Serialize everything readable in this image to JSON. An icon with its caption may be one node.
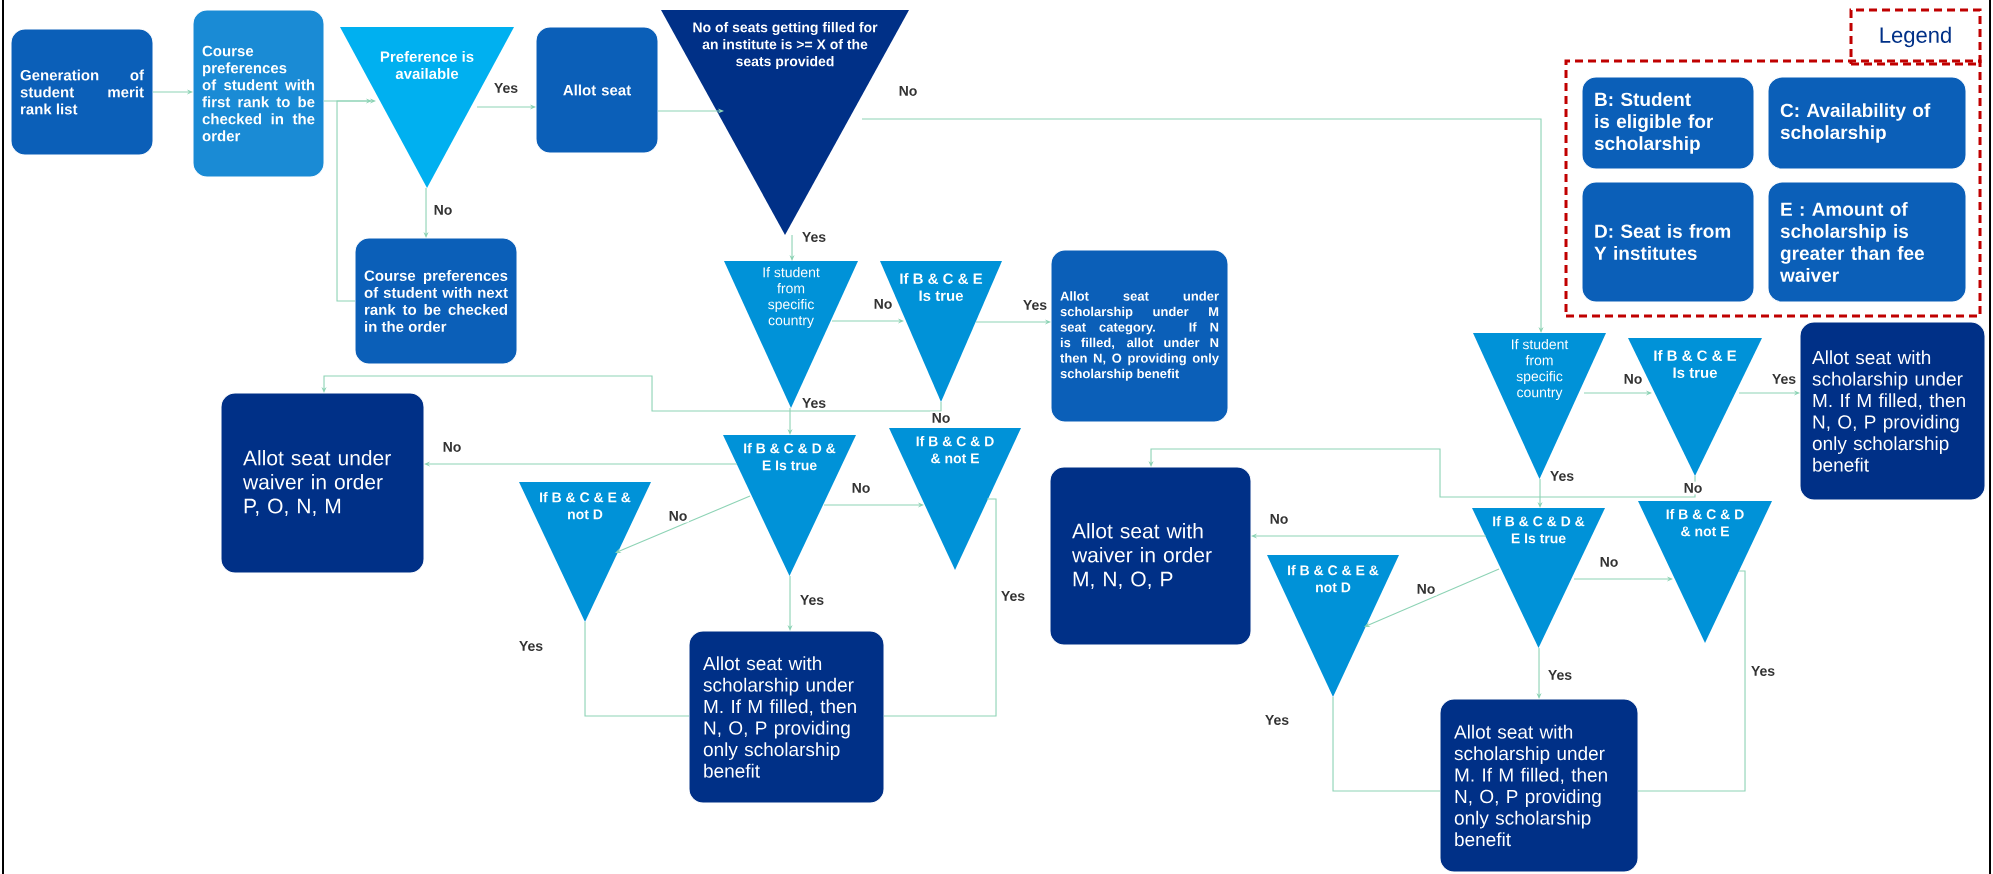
{
  "diagram": {
    "nodes": [
      {
        "text": [
          "Generation of student merit rank list"
        ]
      },
      {
        "text": [
          "Course preferences of student with first rank to be checked in the order"
        ]
      },
      {
        "text": [
          "Preference is available"
        ]
      },
      {
        "text": [
          "Allot seat"
        ]
      },
      {
        "text": [
          "No of seats getting filled for an institute is >= X of the seats provided"
        ]
      },
      {
        "text": [
          "Course preferences of student with next rank to be checked in the order"
        ]
      },
      {
        "text": [
          "If student from specific country"
        ]
      },
      {
        "text": [
          "If B & C & E Is true"
        ]
      },
      {
        "text": [
          "Allot seat under scholarship under M seat category. If N is filled, allot under N then N, O providing only scholarship benefit"
        ]
      },
      {
        "text": [
          "Allot seat under waiver in order P, O, N, M"
        ]
      },
      {
        "text": [
          "If B & C & D & E Is true"
        ]
      },
      {
        "text": [
          "If B & C & E & not D"
        ]
      },
      {
        "text": [
          "If B & C & D & not E"
        ]
      },
      {
        "text": [
          "Allot seat with scholarship under M. If M filled, then N, O, P providing only scholarship benefit"
        ]
      },
      {
        "text": [
          "Legend"
        ]
      },
      {
        "text": [],
        "shape": "box"
      },
      {
        "text": [
          "B: Student is eligible for scholarship"
        ],
        "in": 15
      },
      {
        "text": [
          "C: Availability of scholarship"
        ],
        "in": 15
      },
      {
        "text": [
          "D: Seat is from Y institutes"
        ],
        "in": 15
      },
      {
        "text": [
          "E : Amount of scholarship is greater than fee waiver"
        ],
        "in": 15
      },
      {
        "text": [
          "If student from specific country"
        ]
      },
      {
        "text": [
          "If B & C & E Is true"
        ]
      },
      {
        "text": [
          "Allot seat with scholarship under M. If M filled, then N, O, P providing only scholarship benefit"
        ]
      },
      {
        "text": [
          "Allot seat with waiver in order M, N, O, P"
        ]
      },
      {
        "text": [
          "If B & C & D & E Is true"
        ]
      },
      {
        "text": [
          "If B & C & E & not D"
        ]
      },
      {
        "text": [
          "If B & C & D & not E"
        ]
      },
      {
        "text": [
          "Allot seat with scholarship under M. If M filled, then N, O, P providing only scholarship benefit"
        ]
      }
    ],
    "edges": [
      {
        "from": 0,
        "to": 1,
        "arrow": "to"
      },
      {
        "from": 1,
        "to": 2,
        "arrow": "to"
      },
      {
        "from": 2,
        "to": 3,
        "arrow": "to",
        "label": "Yes"
      },
      {
        "from": 3,
        "to": 4,
        "arrow": "to"
      },
      {
        "from": 2,
        "to": 5,
        "arrow": "to",
        "label": "No"
      },
      {
        "from": 5,
        "to": 2,
        "arrow": "to"
      },
      {
        "from": 4,
        "to": 6,
        "arrow": "to",
        "label": "Yes"
      },
      {
        "from": 4,
        "to": 20,
        "arrow": "to",
        "label": "No"
      },
      {
        "from": 6,
        "to": 7,
        "arrow": "to",
        "label": "No"
      },
      {
        "from": 7,
        "to": 8,
        "arrow": "to",
        "label": "Yes"
      },
      {
        "from": 6,
        "to": 10,
        "arrow": "to",
        "label": "Yes"
      },
      {
        "from": 7,
        "to": 9,
        "arrow": "to",
        "label": "No"
      },
      {
        "from": 10,
        "to": 9,
        "arrow": "to",
        "label": "No"
      },
      {
        "from": 10,
        "to": 11,
        "arrow": "to",
        "label": "No"
      },
      {
        "from": 10,
        "to": 12,
        "arrow": "to",
        "label": "No"
      },
      {
        "from": 10,
        "to": 13,
        "arrow": "to",
        "label": "Yes"
      },
      {
        "from": 11,
        "to": 13,
        "arrow": "none",
        "label": "Yes"
      },
      {
        "from": 12,
        "to": 13,
        "arrow": "none",
        "label": "Yes"
      },
      {
        "from": 20,
        "to": 21,
        "arrow": "to",
        "label": "No"
      },
      {
        "from": 21,
        "to": 22,
        "arrow": "to",
        "label": "Yes"
      },
      {
        "from": 20,
        "to": 24,
        "arrow": "to",
        "label": "Yes"
      },
      {
        "from": 21,
        "to": 23,
        "arrow": "to",
        "label": "No"
      },
      {
        "from": 24,
        "to": 23,
        "arrow": "to",
        "label": "No"
      },
      {
        "from": 24,
        "to": 25,
        "arrow": "to",
        "label": "No"
      },
      {
        "from": 24,
        "to": 26,
        "arrow": "to",
        "label": "No"
      },
      {
        "from": 24,
        "to": 27,
        "arrow": "to",
        "label": "Yes"
      },
      {
        "from": 25,
        "to": 27,
        "arrow": "none",
        "label": "Yes"
      },
      {
        "from": 26,
        "to": 27,
        "arrow": "none",
        "label": "Yes"
      }
    ]
  }
}
